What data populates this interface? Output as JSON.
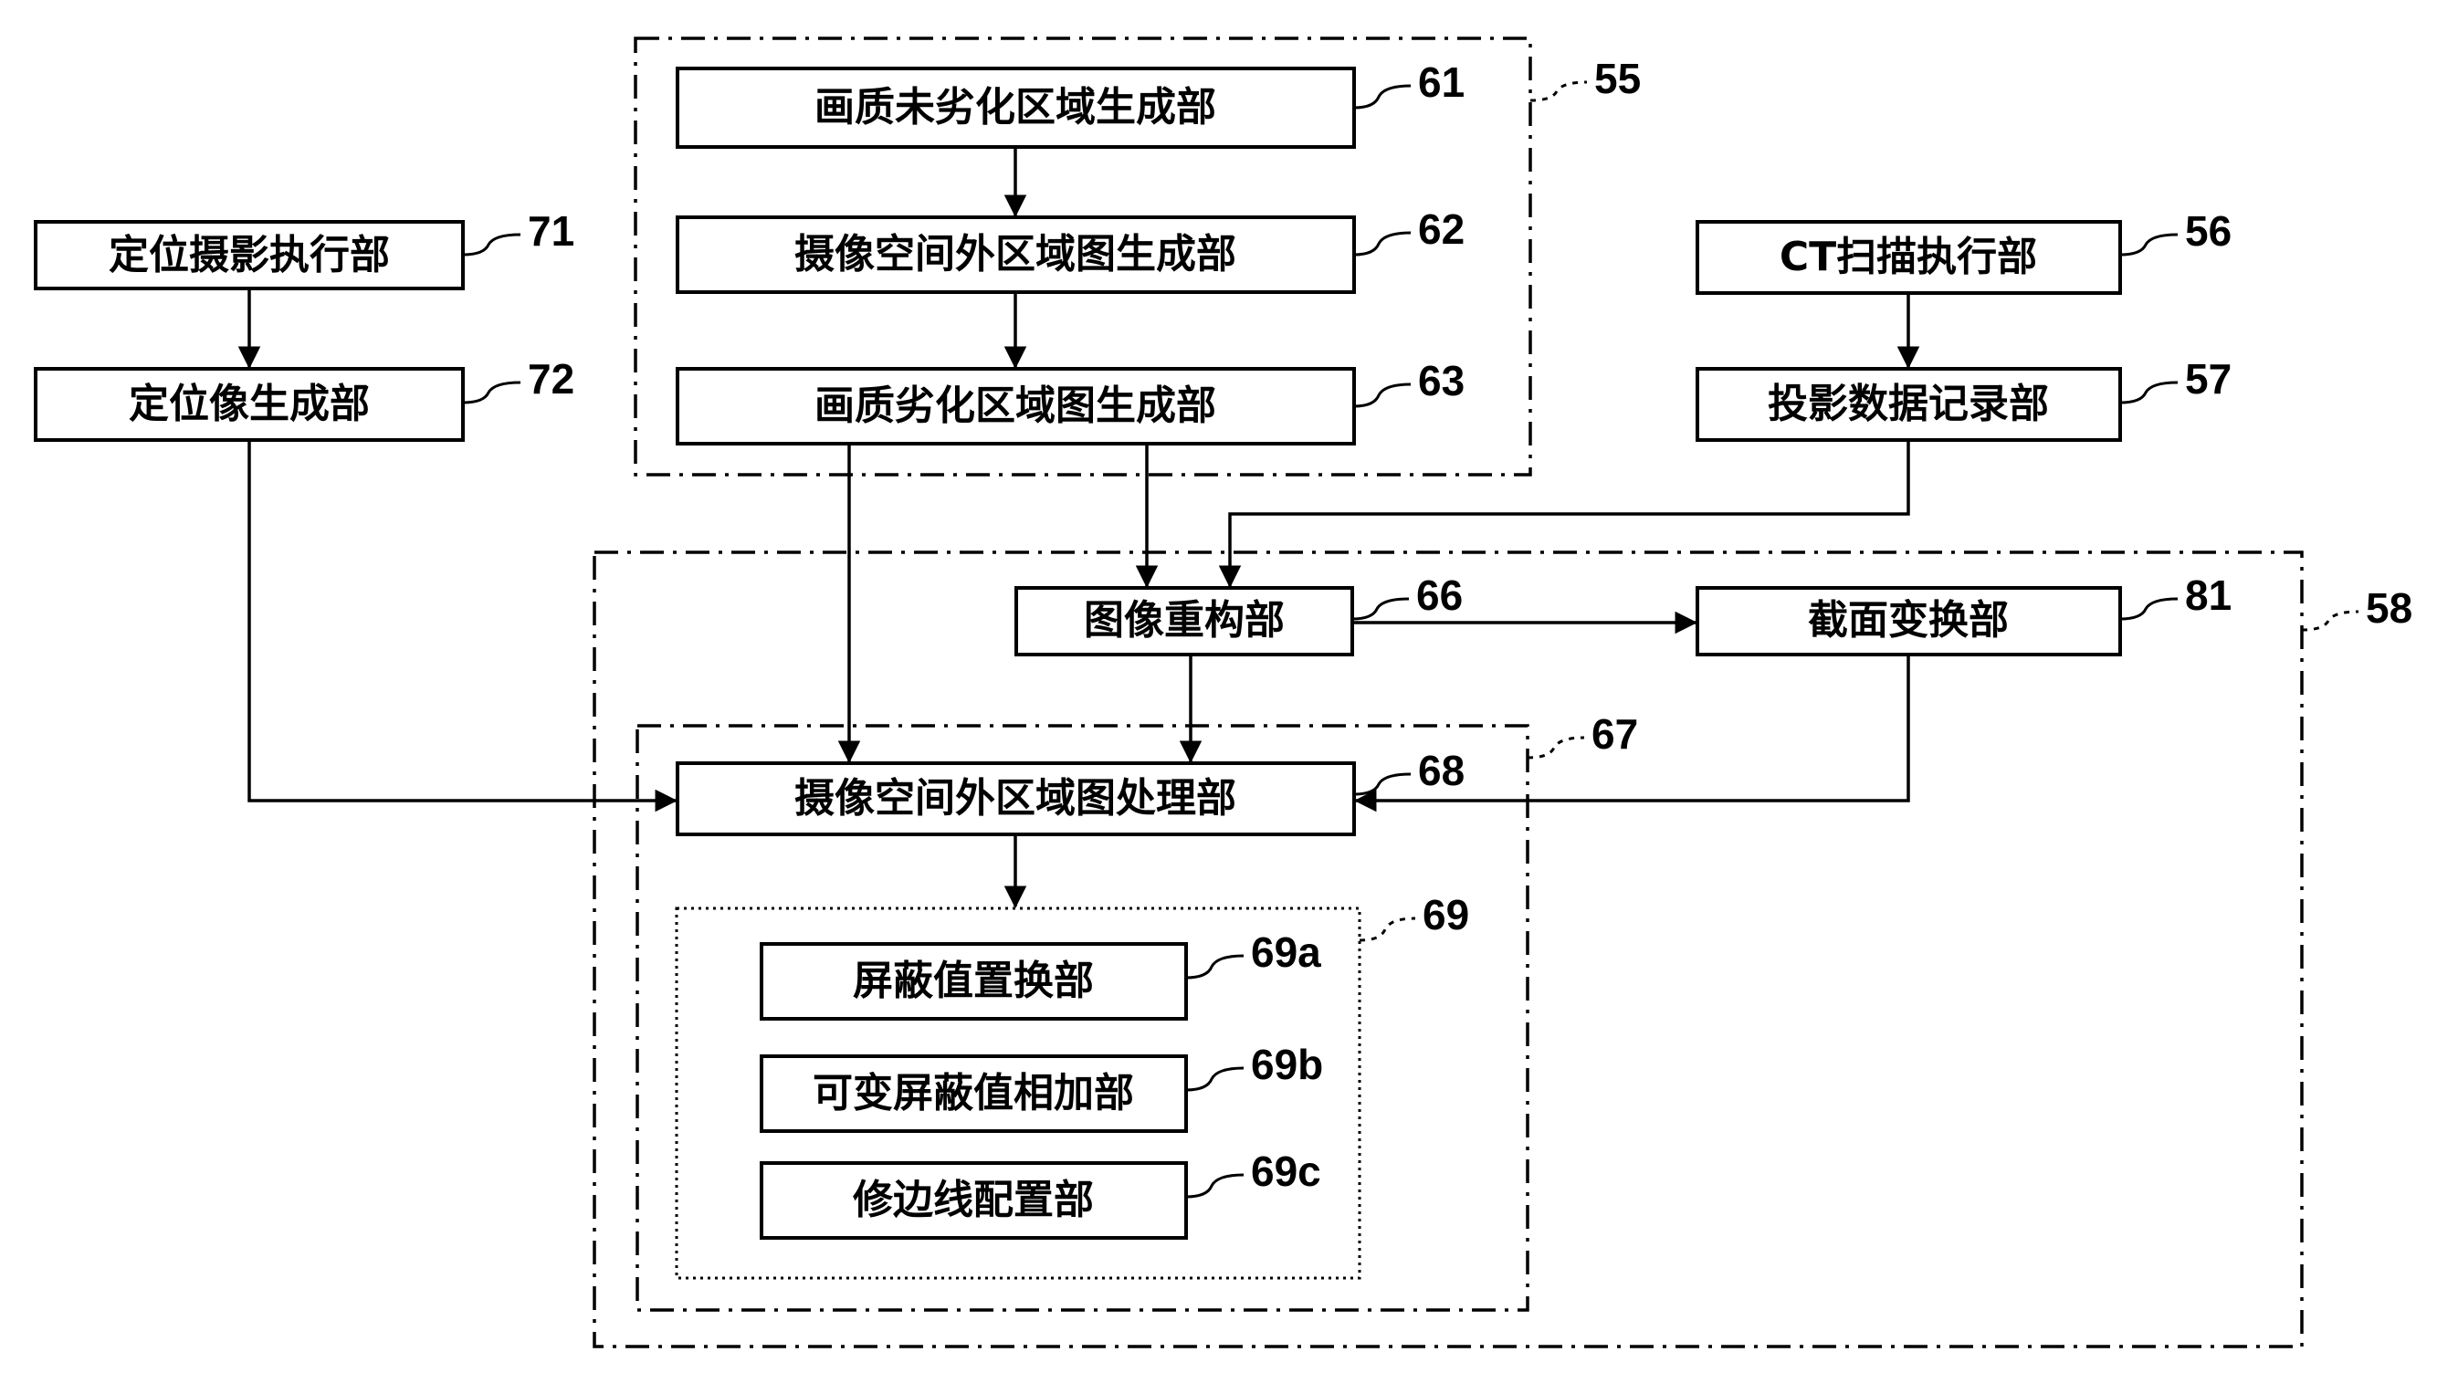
{
  "blocks": {
    "b61": "画质未劣化区域生成部",
    "b62": "摄像空间外区域图生成部",
    "b63": "画质劣化区域图生成部",
    "b71": "定位摄影执行部",
    "b72": "定位像生成部",
    "b56": "CT扫描执行部",
    "b57": "投影数据记录部",
    "b66": "图像重构部",
    "b81": "截面变换部",
    "b68": "摄像空间外区域图处理部",
    "b69a": "屏蔽值置换部",
    "b69b": "可变屏蔽值相加部",
    "b69c": "修边线配置部"
  },
  "refs": {
    "r55": "55",
    "r61": "61",
    "r62": "62",
    "r63": "63",
    "r71": "71",
    "r72": "72",
    "r56": "56",
    "r57": "57",
    "r66": "66",
    "r81": "81",
    "r58": "58",
    "r67": "67",
    "r68": "68",
    "r69": "69",
    "r69a": "69a",
    "r69b": "69b",
    "r69c": "69c"
  }
}
